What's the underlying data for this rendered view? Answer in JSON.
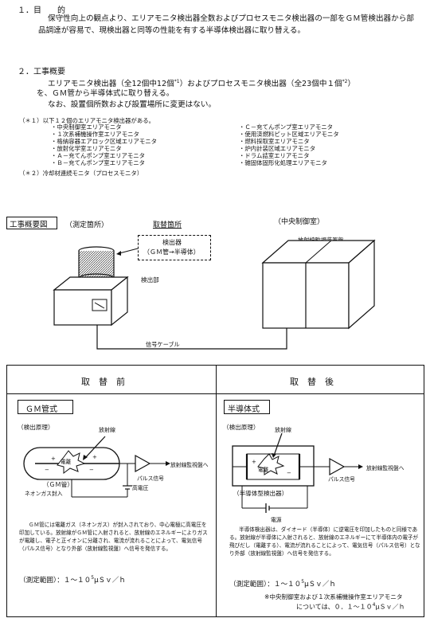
{
  "section1": {
    "heading": "１．目　　的",
    "body": "保守性向上の観点より、エリアモニタ検出器全数およびプロセスモニタ検出器の一部をＧＭ管検出器から部品調達が容易で、現検出器と同等の性能を有する半導体検出器に取り替える。"
  },
  "section2": {
    "heading": "２．工事概要",
    "line1": "エリアモニタ検出器（全12個中12個",
    "note1_mark": "*1",
    "line1b": "）およびプロセスモニタ検出器（全23個中１個",
    "note2_mark": "*2",
    "line1c": "）",
    "line2": "を、ＧＭ管から半導体式に取り替える。",
    "line3": "なお、設置個所数および設置場所に変更はない。"
  },
  "notes": {
    "note1_label": "（＊１）以下１２個のエリアモニタ検出器がある。",
    "list_left": [
      "・中央制御室エリアモニタ",
      "・１次系補機操作室エリアモニタ",
      "・格納容器エアロック区域エリアモニタ",
      "・放射化学室エリアモニタ",
      "・Ａ－充てんポンプ室エリアモニタ",
      "・Ｂ－充てんポンプ室エリアモニタ"
    ],
    "list_right": [
      "・Ｃ－充てんポンプ室エリアモニタ",
      "・使用済燃料ピット区域エリアモニタ",
      "・燃料採取室エリアモニタ",
      "・炉内計装区域エリアモニタ",
      "・ドラム詰室エリアモニタ",
      "・雑固体固形化処理エリアモニタ"
    ],
    "note2": "（＊２）冷却材連続モニタ（プロセスモニタ）"
  },
  "overview": {
    "title": "工事概要図",
    "measure_place": "（測定箇所）",
    "replace_place": "取替箇所",
    "detector_box": "検出器",
    "detector_box2": "（ＧＭ管→半導体）",
    "detector_unit": "検出部",
    "central_room": "（中央制御室）",
    "monitor_panel": "放射線監視装置盤",
    "cable": "信号ケーブル"
  },
  "before": {
    "header": "取　替　前",
    "type": "ＧＭ管式",
    "principle": "（検出原理）",
    "radiation": "放射線",
    "ionize": "電離",
    "gm": "（ＧＭ管）",
    "neon": "ネオンガス封入",
    "hv": "高電圧",
    "pulse": "パルス信号",
    "to_monitor": "放射線監視盤へ",
    "explanation": "ＧＭ管には電離ガス（ネオンガス）が封入されており、中心電極に高電圧を印加している。放射線がＧＭ管に入射されると、放射線のエネルギーによりガスが電離し、電子と正イオンに分離され、電流が流れることによって、電気信号（パルス信号）となり外部（放射線監視盤）へ信号を発信する。",
    "range_label": "（測定範囲）：１～１０",
    "range_exp": "5",
    "range_unit": "μＳｖ／ｈ"
  },
  "after": {
    "header": "取　替　後",
    "type": "半導体式",
    "principle": "（検出原理）",
    "radiation": "放射線",
    "ionize": "電離",
    "semi": "（半導体型検出器）",
    "power": "電源",
    "pulse": "パルス信号",
    "to_monitor": "放射線監視盤へ",
    "explanation": "半導体検出器は、ダイオード（半導体）に逆電圧を印加したものと同様である。放射線が半導体に入射されると、放射線のエネルギーにて半導体内の電子が飛びだし（電離する）、電流が流れることによって、電気信号（パルス信号）となり外部（放射線監視盤）へ信号を発信する。",
    "range_label": "（測定範囲）：１～１０",
    "range_exp": "5",
    "range_unit": "μＳｖ／ｈ",
    "note_line1": "※中央制御室および１次系補機操作室エリアモニタ",
    "note_line2a": "については、０．１～１０",
    "note_exp": "4",
    "note_line2b": "μＳｖ／ｈ"
  }
}
